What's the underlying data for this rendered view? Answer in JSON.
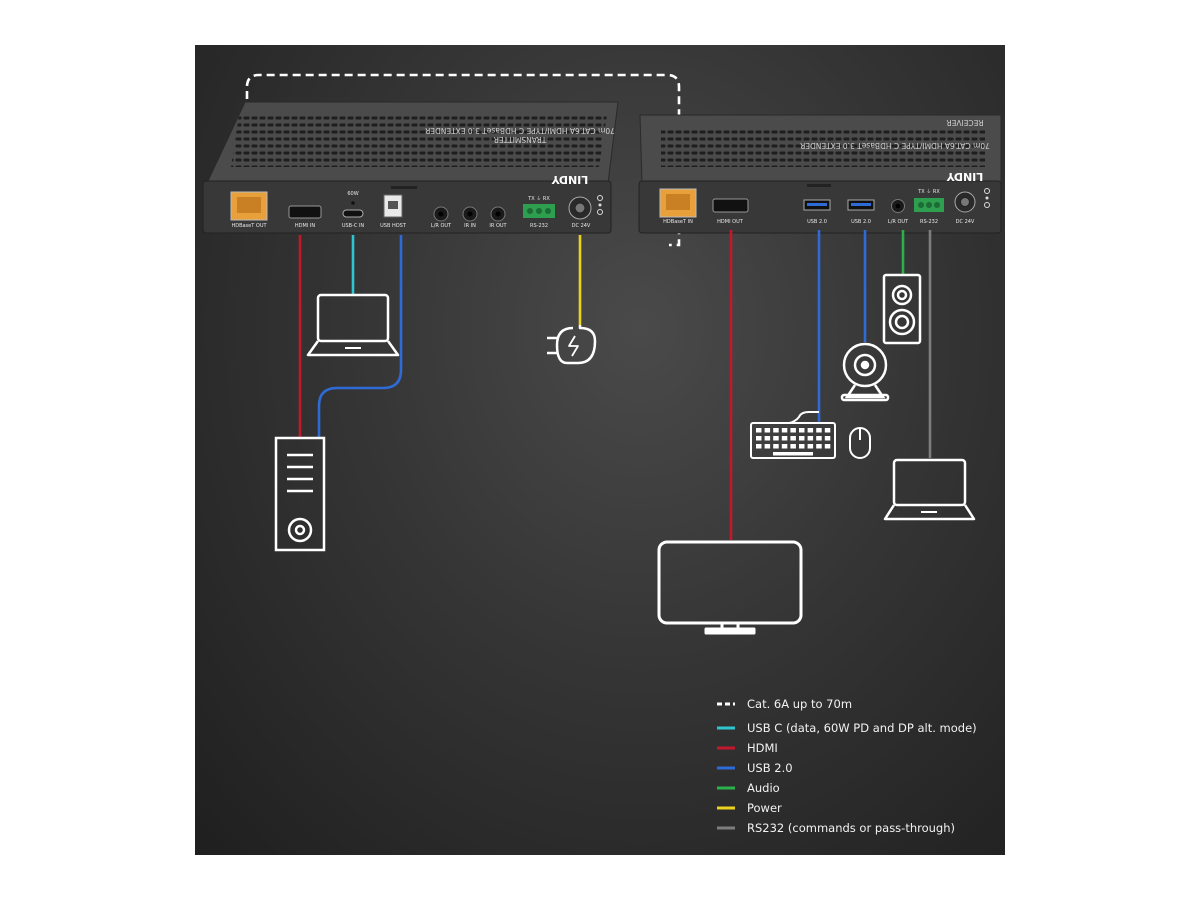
{
  "transmitter": {
    "brand": "LINDY",
    "title": "70m CAT.6A HDMI/TYPE C HDBaseT 3.0 EXTENDER",
    "subtitle": "TRANSMITTER",
    "ports": {
      "hdbaset_out": "HDBaseT OUT",
      "hdmi_in": "HDMI IN",
      "power_rating": "60W",
      "usbc_in": "USB-C IN",
      "usb_host": "USB HOST",
      "lr_out": "L/R OUT",
      "ir_in": "IR IN",
      "ir_out": "IR OUT",
      "rs232_pins": "TX ⏚ RX",
      "rs232": "RS-232",
      "dc": "DC 24V"
    }
  },
  "receiver": {
    "brand": "LINDY",
    "title": "70m CAT.6A HDMI/TYPE C HDBaseT 3.0 EXTENDER",
    "subtitle": "RECEIVER",
    "ports": {
      "hdbaset_in": "HDBaseT IN",
      "hdmi_out": "HDMI OUT",
      "usb1": "USB 2.0",
      "usb2": "USB 2.0",
      "lr_out": "L/R OUT",
      "rs232_pins": "TX ⏚ RX",
      "rs232": "RS-232",
      "dc": "DC 24V"
    }
  },
  "colors": {
    "usbc": "#2fc4cf",
    "hdmi": "#c2182b",
    "usb2": "#2f6bd6",
    "audio": "#2bb04a",
    "power": "#e9d31c",
    "rs232": "#7d7d7d",
    "cat6": "#ffffff",
    "rj45": "#e8a13a",
    "terminal": "#2e9e4f"
  },
  "icons": {
    "laptop_tx": "laptop-icon",
    "pc": "desktop-tower-icon",
    "plug": "power-plug-icon",
    "monitor": "monitor-icon",
    "keyboard": "keyboard-icon",
    "mouse": "mouse-icon",
    "webcam": "webcam-icon",
    "speaker": "speaker-icon",
    "laptop_rx": "laptop-icon"
  },
  "legend": [
    {
      "label": "Cat. 6A up to 70m",
      "type": "dashed",
      "color": "#ffffff"
    },
    {
      "label": "USB C (data, 60W PD and DP alt. mode)",
      "type": "solid",
      "color": "#2fc4cf"
    },
    {
      "label": "HDMI",
      "type": "solid",
      "color": "#c2182b"
    },
    {
      "label": "USB 2.0",
      "type": "solid",
      "color": "#2f6bd6"
    },
    {
      "label": "Audio",
      "type": "solid",
      "color": "#2bb04a"
    },
    {
      "label": "Power",
      "type": "solid",
      "color": "#e9d31c"
    },
    {
      "label": "RS232 (commands or pass-through)",
      "type": "solid",
      "color": "#7d7d7d"
    }
  ]
}
